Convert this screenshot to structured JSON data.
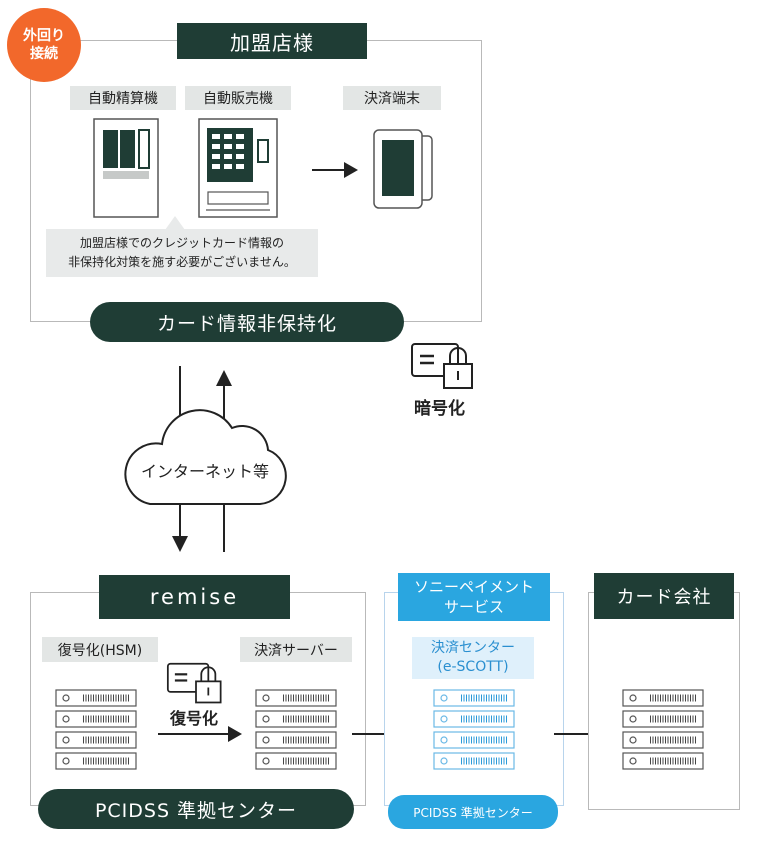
{
  "badge": {
    "line1": "外回り",
    "line2": "接続"
  },
  "store": {
    "title": "加盟店様",
    "kiosk_label": "自動精算機",
    "vending_label": "自動販売機",
    "terminal_label": "決済端末",
    "note_line1": "加盟店様でのクレジットカード情報の",
    "note_line2": "非保持化対策を施す必要がございません。",
    "pill": "カード情報非保持化"
  },
  "encrypt_label": "暗号化",
  "cloud_label": "インターネット等",
  "remise": {
    "title": "remise",
    "hsm_label": "復号化(HSM)",
    "decrypt_label": "復号化",
    "server_label": "決済サーバー",
    "pill": "PCIDSS 準拠センター"
  },
  "sony": {
    "title_line1": "ソニーペイメント",
    "title_line2": "サービス",
    "center_line1": "決済センター",
    "center_line2": "(e-SCOTT)",
    "pill": "PCIDSS 準拠センター"
  },
  "card": {
    "title": "カード会社"
  },
  "colors": {
    "dark_green": "#1f3d35",
    "blue": "#2aa6e0",
    "orange": "#f2682b",
    "gray_label": "#e3e6e5"
  }
}
